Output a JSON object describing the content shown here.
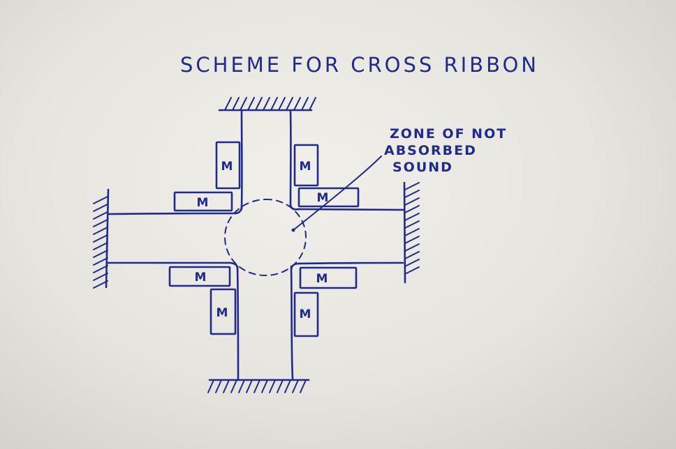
{
  "title": "SCHEME FOR CROSS RIBBON",
  "annotation": {
    "lines": [
      "ZONE OF NOT",
      "ABSORBED",
      "SOUND"
    ]
  },
  "magnet_label": "M",
  "colors": {
    "ink": "#1f2a8a",
    "paper": "#ebe9e4"
  }
}
